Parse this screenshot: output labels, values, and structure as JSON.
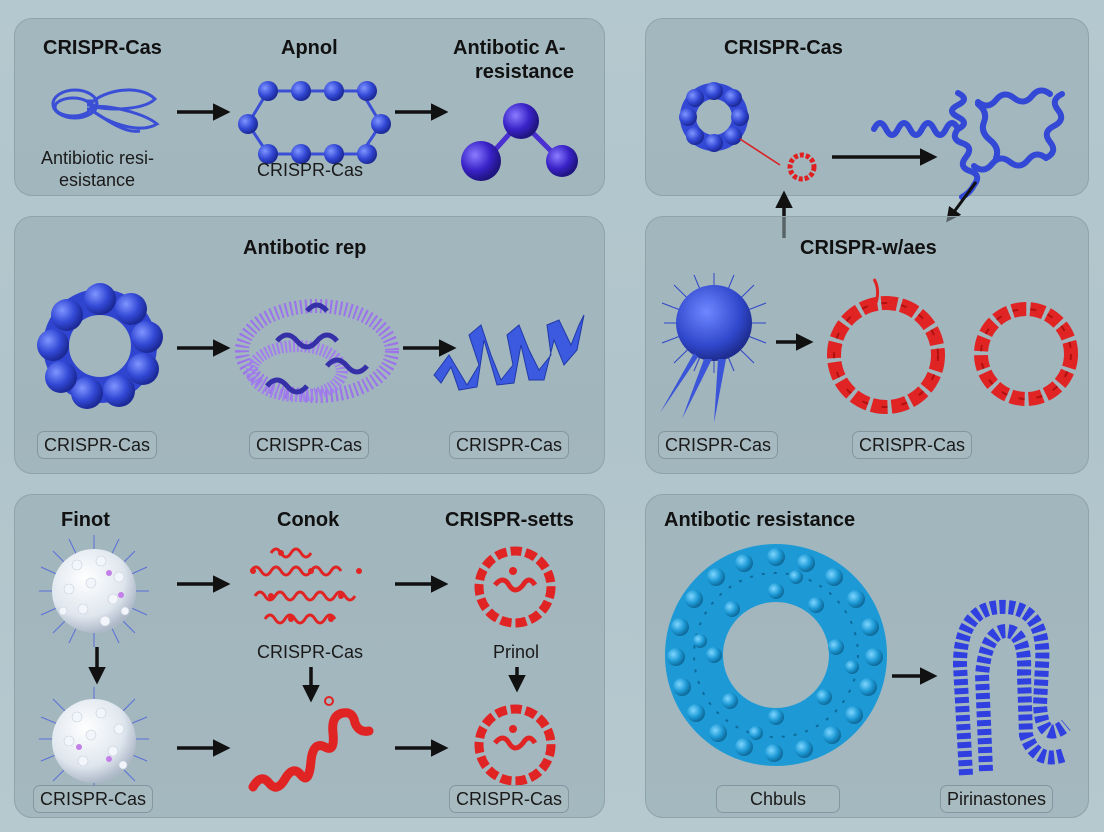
{
  "colors": {
    "background": "#b2c6cd",
    "panel_fill": "#9aafb6",
    "panel_border": "#8fa3aa",
    "blue_protein": "#3a52d8",
    "violet_protein": "#4a2fd0",
    "red_protein": "#e21e1e",
    "cyan_protein": "#1e9fd8",
    "arrow": "#111111"
  },
  "panels": [
    {
      "id": "panel-top-left",
      "items": [
        {
          "title": "CRISPR-Cas",
          "caption_line1": "Antibiotic resi-",
          "caption_line2": "esistance",
          "icon": "coiled-ribbon-icon"
        },
        {
          "title": "Apnol",
          "caption": "CRISPR-Cas",
          "icon": "bead-ring-icon"
        },
        {
          "title_line1": "Antibotic A-",
          "title_line2": "resistance",
          "icon": "three-sphere-molecule-icon"
        }
      ]
    },
    {
      "id": "panel-top-right",
      "title": "CRISPR-Cas",
      "icons": [
        "blue-bead-ring-icon",
        "small-red-ring-icon",
        "blue-helix-network-icon"
      ]
    },
    {
      "id": "panel-middle-left",
      "title": "Antibotic rep",
      "tags": [
        "CRISPR-Cas",
        "CRISPR-Cas",
        "CRISPR-Cas"
      ],
      "icons": [
        "blue-torus-icon",
        "purple-hairy-complex-icon",
        "blue-ribbon-helix-icon"
      ]
    },
    {
      "id": "panel-middle-right",
      "title": "CRISPR-w/aes",
      "tags": [
        "CRISPR-Cas",
        "CRISPR-Cas"
      ],
      "icons": [
        "blue-spiky-cell-icon",
        "red-helix-ring-icon",
        "red-helix-ring-icon-2"
      ]
    },
    {
      "id": "panel-bottom-left",
      "titles": [
        "Finot",
        "Conok",
        "CRISPR-setts"
      ],
      "captions": [
        "CRISPR-Cas",
        "Prinol"
      ],
      "tags": [
        "CRISPR-Cas",
        "CRISPR-Cas"
      ],
      "icons": [
        "white-virus-icon",
        "red-coil-cluster-icon",
        "red-helix-ring-icon",
        "white-virus-icon-2",
        "red-helix-strand-icon",
        "red-helix-ring-icon-2"
      ]
    },
    {
      "id": "panel-bottom-right",
      "title": "Antibotic resistance",
      "tags": [
        "Chbuls",
        "Pirinastones"
      ],
      "icons": [
        "cyan-globular-ring-icon",
        "blue-hairpin-coil-icon"
      ]
    }
  ]
}
